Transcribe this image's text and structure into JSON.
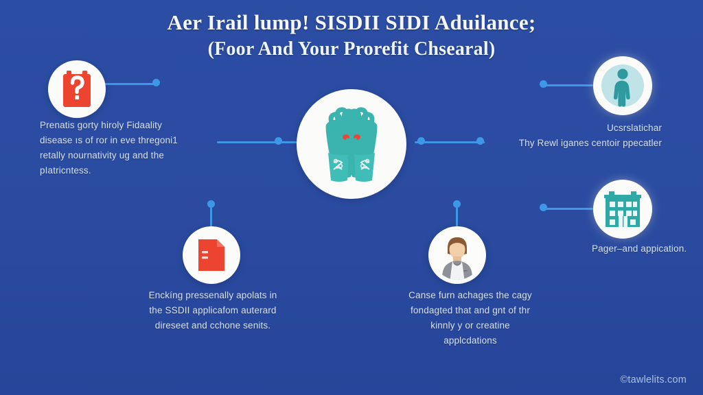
{
  "page": {
    "background_color": "#2a4ba0",
    "accent_color": "#3f97e8",
    "icon_teal": "#34a9a4",
    "icon_red": "#ec4430",
    "text_color": "#d8e2f5"
  },
  "title": {
    "line1": "Aer Irail lump! SISDII SIDI Aduilance;",
    "line2": "(Foor And Your Prorefit Chsearal)"
  },
  "center": {
    "icon_name": "gloved-hands-icon"
  },
  "nodes": [
    {
      "id": "top-left",
      "icon_name": "clipboard-question-icon",
      "text": "Prenatis gorty hiroly Fidaality disease ıs of ror in eve thregoni1 retally nournativity ug and the pIatricntess."
    },
    {
      "id": "top-right",
      "icon_name": "person-figure-icon",
      "text_line1": "Ucsrslatichar",
      "text_line2": "Thy Rewl iganes centoir ppecatler"
    },
    {
      "id": "mid-right",
      "icon_name": "office-building-icon",
      "text": "Pager–and appication."
    },
    {
      "id": "bottom-left",
      "icon_name": "red-document-icon",
      "text": "Enckíng pressenally apolats in the SSDII applicafom auterard direseet and cchone senits."
    },
    {
      "id": "bottom-center",
      "icon_name": "doctor-avatar-icon",
      "text": "Canse furn achages the cagy fondagted that and gnt of thr kinnly y or creatine applcdations"
    }
  ],
  "watermark": {
    "text": "©tawlelits.com"
  }
}
